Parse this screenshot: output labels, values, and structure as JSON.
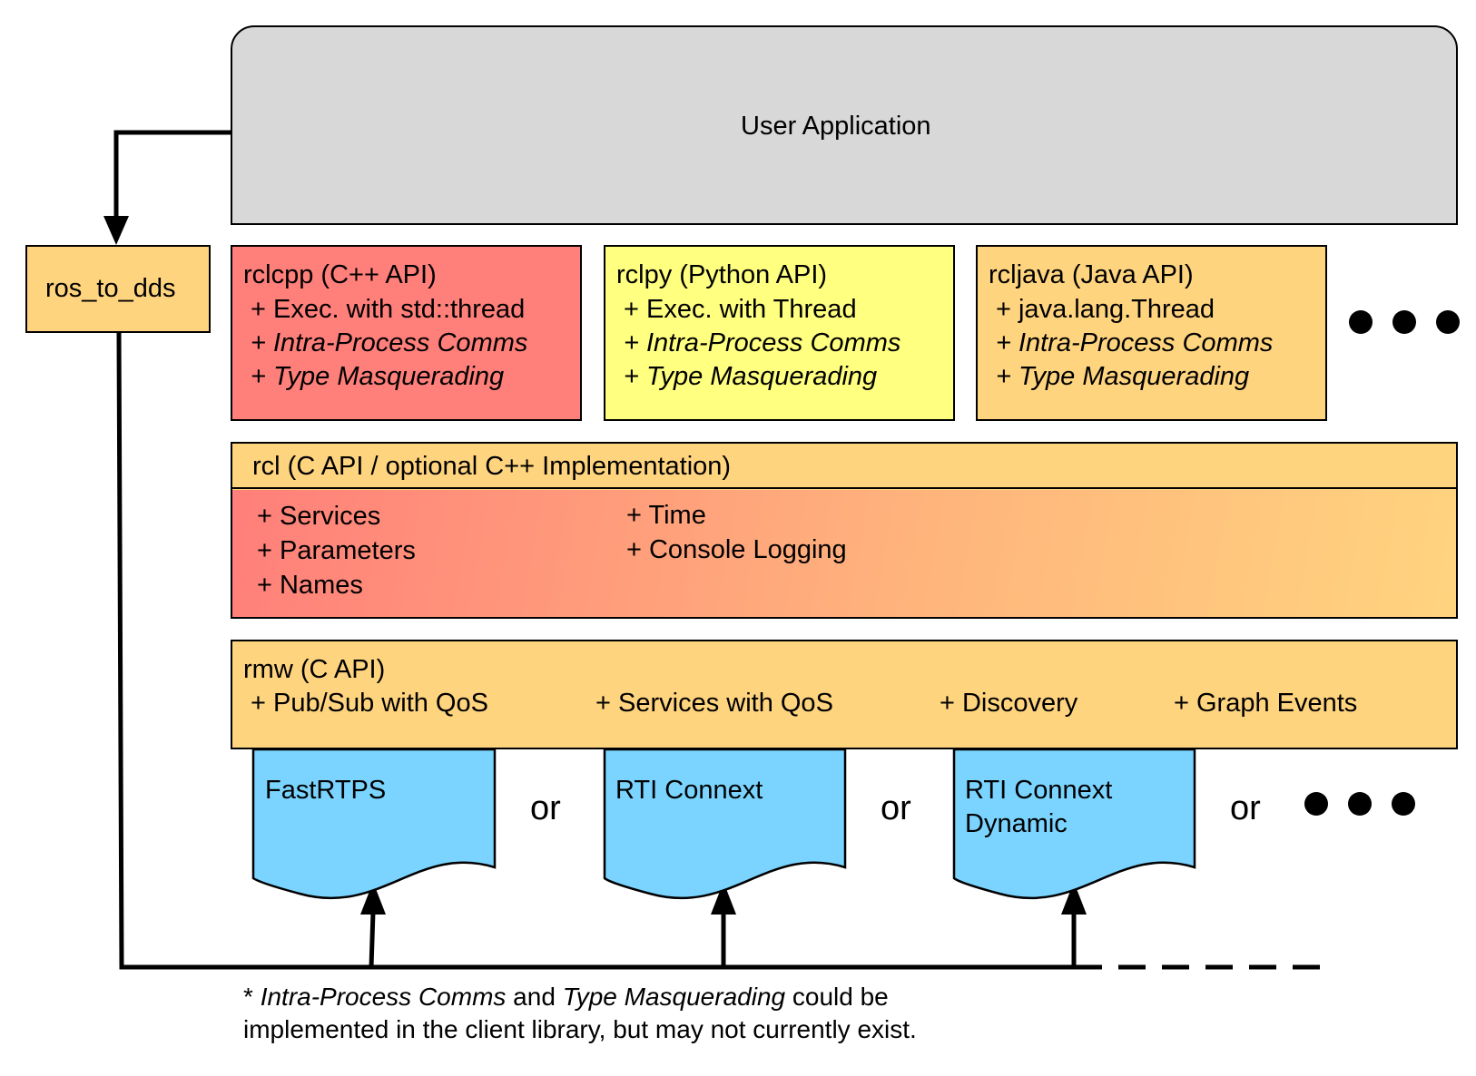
{
  "colors": {
    "user_app": "#d8d8d8",
    "rclcpp": "#ff7f7a",
    "rclpy": "#ffff80",
    "rcljava": "#ffd47f",
    "rcl_header": "#ffd47f",
    "rcl_body_gradient": [
      "#ff7f7a",
      "#ffd47f"
    ],
    "rmw": "#ffd47f",
    "dds": "#7ad4ff",
    "ros_to_dds": "#ffd47f"
  },
  "user_application": {
    "label": "User Application"
  },
  "ros_to_dds": {
    "label": "ros_to_dds"
  },
  "client_libraries": [
    {
      "title": "rclcpp (C++ API)",
      "items": [
        "+ Exec. with std::thread",
        "+ Intra-Process Comms",
        "+ Type Masquerading"
      ]
    },
    {
      "title": "rclpy (Python API)",
      "items": [
        "+ Exec. with Thread",
        "+ Intra-Process Comms",
        "+ Type Masquerading"
      ]
    },
    {
      "title": "rcljava (Java API)",
      "items": [
        "+ java.lang.Thread",
        "+ Intra-Process Comms",
        "+ Type Masquerading"
      ]
    }
  ],
  "rcl": {
    "title": "rcl (C API / optional C++ Implementation)",
    "items_left": [
      "+ Services",
      "+ Parameters",
      "+ Names"
    ],
    "items_right": [
      "+ Time",
      "+ Console Logging"
    ]
  },
  "rmw": {
    "title": "rmw (C API)",
    "items": [
      "+ Pub/Sub with QoS",
      "+ Services with QoS",
      "+ Discovery",
      "+ Graph Events"
    ]
  },
  "dds_implementations": [
    {
      "line1": "FastRTPS",
      "line2": ""
    },
    {
      "line1": "RTI Connext",
      "line2": ""
    },
    {
      "line1": "RTI Connext",
      "line2": "Dynamic"
    }
  ],
  "separator": "or",
  "footnote": {
    "star": "* ",
    "part1": "Intra-Process Comms",
    "part2": " and ",
    "part3": "Type Masquerading",
    "part4": " could be",
    "line2": "implemented in the client library, but may not currently exist."
  }
}
